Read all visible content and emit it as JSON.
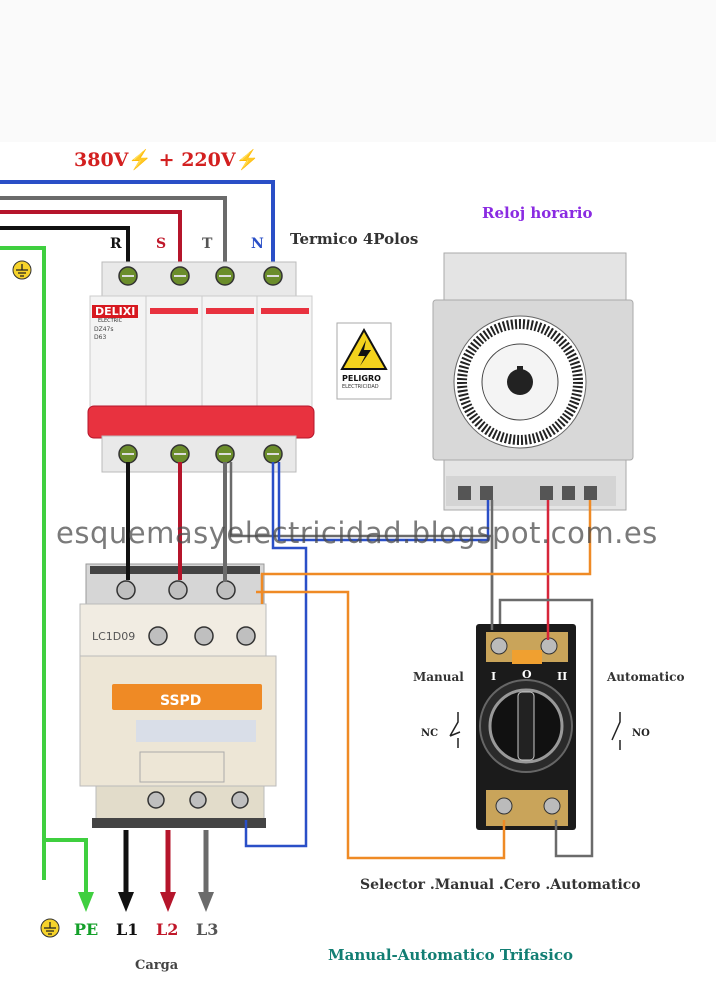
{
  "header": {
    "title": "380V⚡ + 220V⚡"
  },
  "phases": [
    "R",
    "S",
    "T",
    "N"
  ],
  "breaker": {
    "label": "Termico 4Polos",
    "brand": "DELIXI",
    "brand_sub": "ELECTRIC",
    "model_line1": "DZ47s",
    "model_line2": "D63"
  },
  "warning_sign": {
    "text": "PELIGRO",
    "subtext": "ELECTRICIDAD"
  },
  "timer": {
    "label": "Reloj horario"
  },
  "contactor": {
    "model": "LC1D09",
    "brand": "SSPD"
  },
  "watermark": "esquemasyelectricidad.blogspot.com.es",
  "selector": {
    "manual_label": "Manual",
    "auto_label": "Automatico",
    "nc_label": "NC",
    "no_label": "NO",
    "caption": "Selector .Manual .Cero .Automatico"
  },
  "outputs": {
    "pe": "PE",
    "l1": "L1",
    "l2": "L2",
    "l3": "L3",
    "carga": "Carga"
  },
  "diagram_title": "Manual-Automatico Trifasico",
  "colors": {
    "r_wire": "#111111",
    "s_wire": "#b5152b",
    "t_wire": "#6b6b6b",
    "n_wire": "#2a4fc7",
    "ground_wire": "#3fcf3f",
    "control_wire": "#ef8a25",
    "breaker_red": "#e8323f",
    "title_red": "#d32020"
  }
}
